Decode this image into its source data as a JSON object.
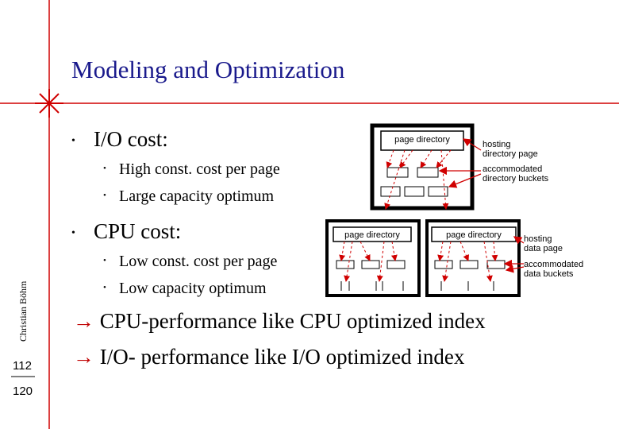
{
  "slide": {
    "title": "Modeling and Optimization",
    "author": "Christian Böhm",
    "page_current": "112",
    "page_total": "120",
    "accent_color": "#d00000",
    "title_color": "#1a1a8c"
  },
  "bullets": {
    "io_cost": "I/O cost:",
    "io_items": [
      "High const. cost per page",
      "Large capacity optimum"
    ],
    "cpu_cost": "CPU cost:",
    "cpu_items": [
      "Low const. cost per page",
      "Low capacity optimum"
    ]
  },
  "conclusions": {
    "arrow_symbol": "→",
    "cpu": "CPU-performance like CPU optimized index",
    "io": "I/O- performance like I/O optimized index"
  },
  "diagram_io": {
    "box_label": "page directory",
    "hosting": [
      "hosting",
      "directory page"
    ],
    "accommodated": [
      "accommodated",
      "directory buckets"
    ]
  },
  "diagram_cpu": {
    "box_label_left": "page directory",
    "box_label_right": "page directory",
    "hosting": [
      "hosting",
      "data page"
    ],
    "accommodated": [
      "accommodated",
      "data buckets"
    ]
  }
}
